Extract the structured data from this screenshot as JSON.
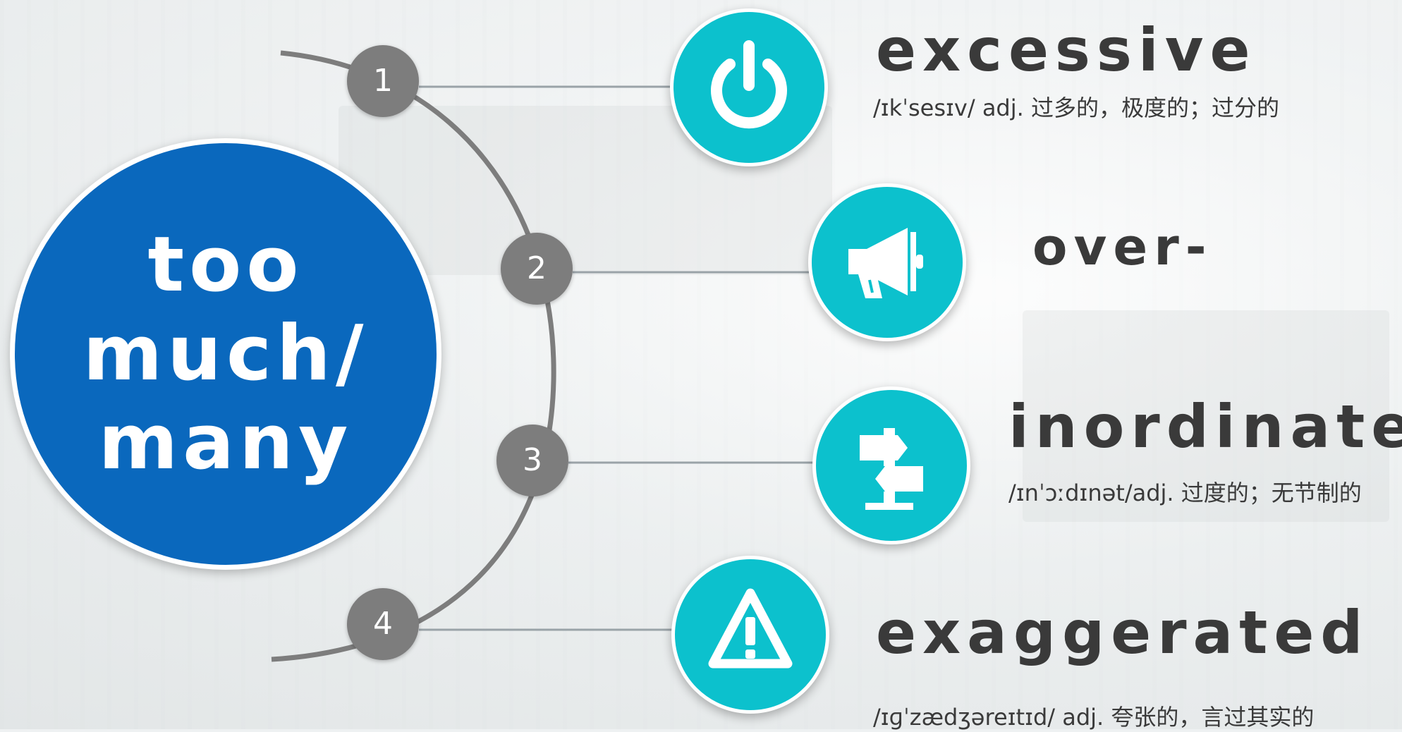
{
  "main": {
    "lines": [
      "too",
      "much/",
      "many"
    ],
    "color": "#0a68bd"
  },
  "items": [
    {
      "number": "1",
      "icon": "power-icon",
      "word": "excessive",
      "definition": "/ɪkˈsesɪv/ adj. 过多的，极度的；过分的"
    },
    {
      "number": "2",
      "icon": "megaphone-icon",
      "word": "over-",
      "definition": ""
    },
    {
      "number": "3",
      "icon": "signpost-icon",
      "word": "inordinate",
      "definition": "/ɪnˈɔːdɪnət/adj. 过度的；无节制的"
    },
    {
      "number": "4",
      "icon": "warning-icon",
      "word": "exaggerated",
      "definition": "/ɪɡˈzædʒəreɪtɪd/ adj. 夸张的，言过其实的"
    }
  ],
  "colors": {
    "accent": "#0cc1cd",
    "number_badge": "#7d7d7d",
    "arc": "#7d7d7d",
    "connector": "#9aa3a8",
    "text": "#3a3a3a"
  }
}
